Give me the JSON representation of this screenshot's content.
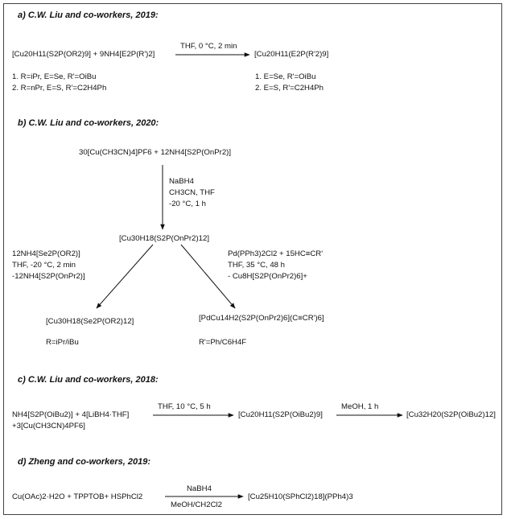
{
  "a": {
    "heading": "a) C.W. Liu and co-workers, 2019:",
    "reactant": "[Cu20H11(S2P(OR2)9] + 9NH4[E2P(R')2]",
    "condition": "THF, 0 °C, 2 min",
    "product": "[Cu20H11(E2P(R'2)9]",
    "left_notes": [
      "1. R=iPr, E=Se, R'=OiBu",
      "2. R=nPr, E=S, R'=C2H4Ph"
    ],
    "right_notes": [
      "1. E=Se, R'=OiBu",
      "2. E=S, R'=C2H4Ph"
    ]
  },
  "b": {
    "heading": "b) C.W. Liu and co-workers, 2020:",
    "reactant": "30[Cu(CH3CN)4]PF6 + 12NH4[S2P(OnPr2)]",
    "conditions_down": [
      "NaBH4",
      "CH3CN, THF",
      "-20 °C, 1 h"
    ],
    "intermediate": "[Cu30H18(S2P(OnPr2)12]",
    "left_conditions": [
      "12NH4[Se2P(OR2)]",
      "THF, -20 °C, 2 min",
      "-12NH4[S2P(OnPr2)]"
    ],
    "right_conditions": [
      "Pd(PPh3)2Cl2 + 15HC≡CR'",
      "THF, 35 °C, 48 h",
      "- Cu8H[S2P(OnPr2)6]+"
    ],
    "left_product": "[Cu30H18(Se2P(OR2)12]",
    "left_note": "R=iPr/iBu",
    "right_product": "[PdCu14H2(S2P(OnPr2)6](C≡CR')6]",
    "right_note": "R'=Ph/C6H4F"
  },
  "c": {
    "heading": "c) C.W. Liu and co-workers, 2018:",
    "reactant_1": "NH4[S2P(OiBu2)] + 4[LiBH4·THF]",
    "reactant_2": "+3[Cu(CH3CN)4PF6]",
    "condition_1": "THF, 10 °C, 5 h",
    "intermediate": "[Cu20H11(S2P(OiBu2)9]",
    "condition_2": "MeOH, 1 h",
    "product": "[Cu32H20(S2P(OiBu2)12]"
  },
  "d": {
    "heading": "d) Zheng and co-workers, 2019:",
    "reactant": "Cu(OAc)2·H2O + TPPTOB+ HSPhCl2",
    "condition_top": "NaBH4",
    "condition_bottom": "MeOH/CH2Cl2",
    "product": "[Cu25H10(SPhCl2)18](PPh4)3"
  }
}
